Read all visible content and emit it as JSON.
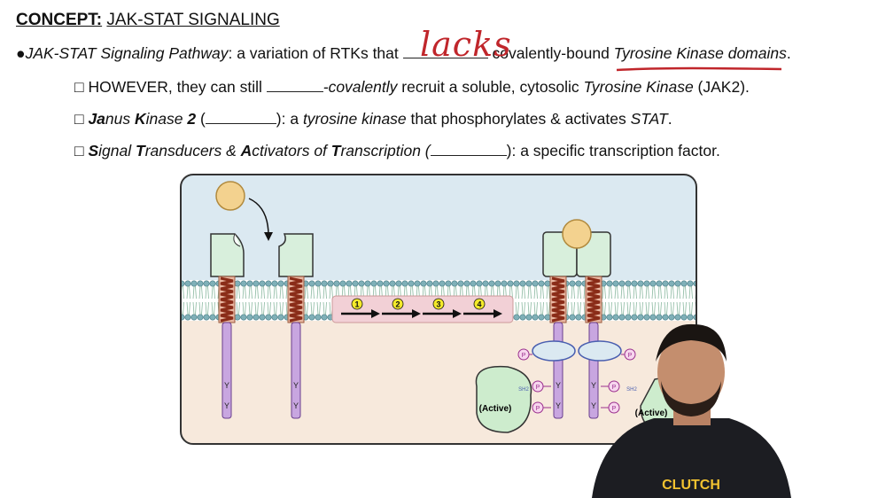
{
  "heading": {
    "concept": "CONCEPT:",
    "topic": "JAK-STAT SIGNALING"
  },
  "bullet_main": {
    "bullet": "●",
    "term": "JAK-STAT Signaling Pathway",
    "text1": ": a variation of RTKs that ",
    "handwritten_answer": "lacks",
    "text2": " covalently-bound ",
    "emph": "Tyrosine Kinase domains",
    "text3": "."
  },
  "sub1": {
    "box": "□",
    "text1": " HOWEVER, they can still ",
    "italic": "-covalently",
    "text2": " recruit a soluble, cytosolic ",
    "emph": "Tyrosine Kinase",
    "text3": " (JAK2)."
  },
  "sub2": {
    "box": "□",
    "b1": "Ja",
    "t1": "nus ",
    "b2": "K",
    "t2": "inase ",
    "b3": "2",
    "t3": " (",
    "t4": "): a ",
    "emph": "tyrosine kinase",
    "t5": " that phosphorylates & activates ",
    "emph2": "STAT",
    "t6": "."
  },
  "sub3": {
    "box": "□",
    "b1": "S",
    "t1": "ignal ",
    "b2": "T",
    "t2": "ransducers & ",
    "b3": "A",
    "t3": "ctivators of ",
    "b4": "T",
    "t4": "ranscription (",
    "t5": "): a specific transcription factor."
  },
  "diagram": {
    "steps": [
      "1",
      "2",
      "3",
      "4"
    ],
    "tyrosine": "Y",
    "phosphate": "P",
    "sh2": "SH2",
    "active": "(Active)"
  },
  "shirt_logo": "CLUTCH",
  "colors": {
    "handwriting": "#c0262b",
    "receptor": "#d8efdc",
    "stat": "#cdeccd",
    "cytosol": "#f7e9dc",
    "extracellular": "#dbe9f1"
  }
}
